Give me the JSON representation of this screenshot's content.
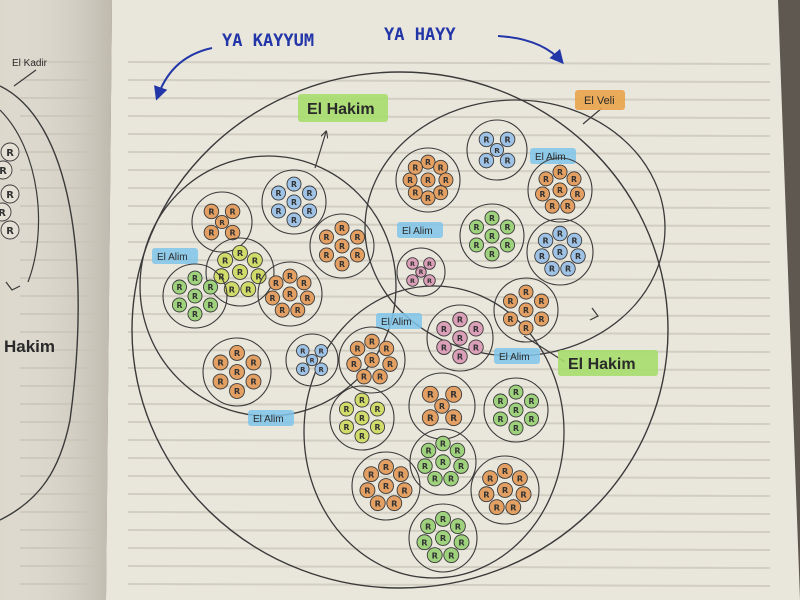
{
  "header": {
    "left": "YA KAYYUM",
    "right": "YA HAYY"
  },
  "labels": {
    "el_kadir": "El Kadir",
    "hakim_left": "Hakim",
    "el_hakim_top": "El Hakim",
    "el_hakim_right": "El Hakim",
    "el_veli": "El Veli",
    "el_alim": "El Alim",
    "r": "R"
  },
  "colors": {
    "paper": "#e9e6dc",
    "paper_left": "#dcd8cc",
    "ink": "#3a3a3a",
    "hand_ink": "#2336a8",
    "highlight_green": "#a6dd6b",
    "highlight_orange": "#e9a44a",
    "highlight_blue": "#7fc4ea",
    "dot_orange": "#e3a062",
    "dot_blue": "#9fc3e6",
    "dot_green": "#9ed27c",
    "dot_yellow": "#d2dc6a",
    "dot_pink": "#dba0b8"
  }
}
